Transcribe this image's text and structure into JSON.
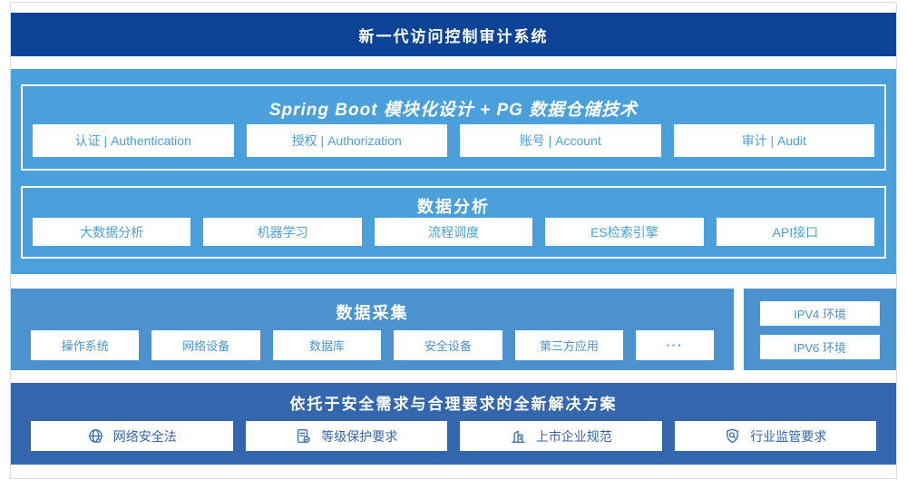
{
  "banner": {
    "title": "新一代访问控制审计系统"
  },
  "platform": {
    "modules": {
      "title": "Spring Boot 模块化设计 + PG 数据仓储技术",
      "items": [
        "认证 | Authentication",
        "授权 | Authorization",
        "账号 | Account",
        "审计 | Audit"
      ]
    },
    "analysis": {
      "title": "数据分析",
      "items": [
        "大数据分析",
        "机器学习",
        "流程调度",
        "ES检索引擎",
        "API接口"
      ]
    }
  },
  "collection": {
    "title": "数据采集",
    "items": [
      "操作系统",
      "网络设备",
      "数据库",
      "安全设备",
      "第三方应用",
      "···"
    ]
  },
  "environments": {
    "items": [
      "IPV4 环境",
      "IPV6 环境"
    ]
  },
  "solution": {
    "title": "依托于安全需求与合理要求的全新解决方案",
    "items": [
      {
        "icon": "globe-icon",
        "label": "网络安全法"
      },
      {
        "icon": "document-check-icon",
        "label": "等级保护要求"
      },
      {
        "icon": "building-icon",
        "label": "上市企业规范"
      },
      {
        "icon": "shield-search-icon",
        "label": "行业监管要求"
      }
    ]
  },
  "colors": {
    "banner_blue": "#0c4396",
    "platform_blue": "#4aa0da",
    "collection_blue": "#4b92cf",
    "solution_blue": "#3366ad",
    "frame_border": "#d9dce2",
    "chip_background": "#ffffff"
  }
}
